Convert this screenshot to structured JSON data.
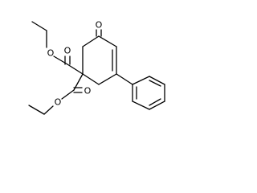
{
  "diagram": {
    "atoms": {
      "ketone_oxygen": "O",
      "upper_ester_carbonyl_oxygen": "O",
      "upper_ester_ether_oxygen": "O",
      "lower_ester_carbonyl_oxygen": "O",
      "lower_ester_ether_oxygen": "O"
    }
  }
}
